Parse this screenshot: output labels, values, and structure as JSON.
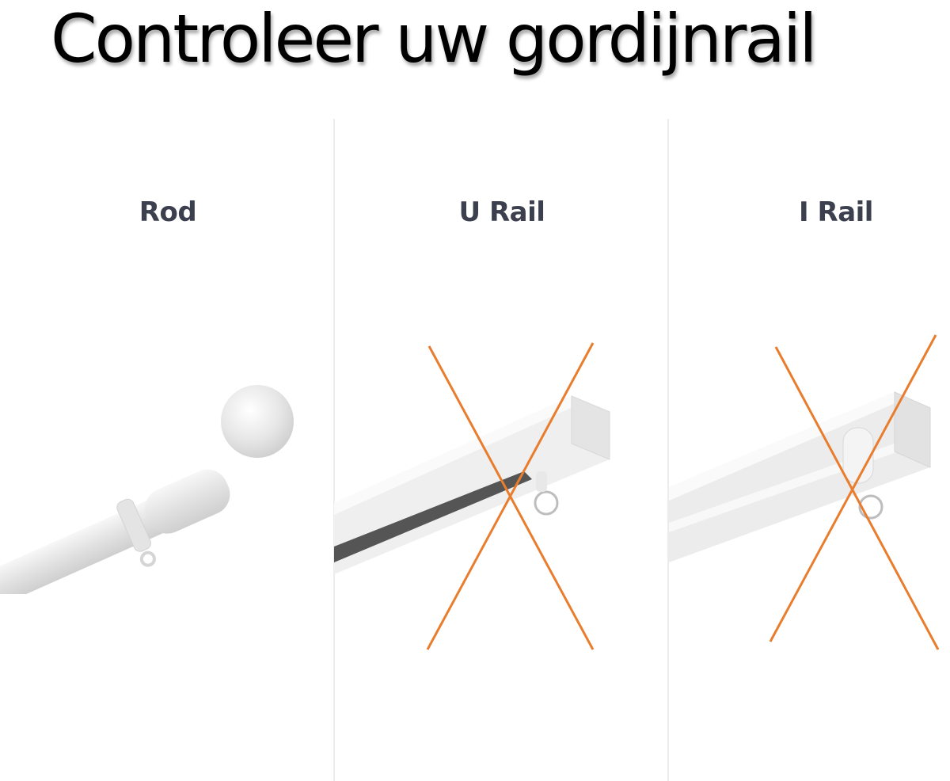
{
  "title": "Controleer uw gordijnrail",
  "panels": [
    {
      "label": "Rod",
      "image": "curtain-rod-with-ball-finial-and-ring",
      "crossed_out": false
    },
    {
      "label": "U Rail",
      "image": "u-shaped-curtain-rail-with-glider-hook",
      "crossed_out": true
    },
    {
      "label": "I Rail",
      "image": "i-shaped-curtain-rail-with-glider-hook",
      "crossed_out": true
    }
  ],
  "colors": {
    "title": "#000000",
    "label": "#3c3f4e",
    "cross": "#e87d2e",
    "divider": "#ececec",
    "background": "#ffffff"
  }
}
